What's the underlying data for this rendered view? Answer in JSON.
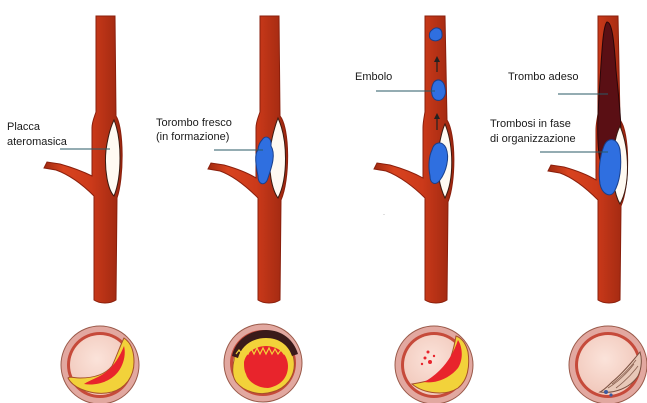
{
  "labels": {
    "placca_line1": "Placca",
    "placca_line2": "ateromasica",
    "torombo_line1": "Torombo fresco",
    "torombo_line2": "(in formazione)",
    "embolo": "Embolo",
    "trombo_adeso": "Trombo adeso",
    "trombosi_line1": "Trombosi in fase",
    "trombosi_line2": "di organizzazione"
  },
  "colors": {
    "vessel": "#cc3a1a",
    "vessel_edge": "#8a1f0c",
    "plaque": "#fffaf2",
    "thrombus": "#2f6fe0",
    "adherent_thrombus": "#5a0f14",
    "section_ring": "#e2a8a0",
    "section_wall": "#c64a3a",
    "section_lumen": "#f7d6cc",
    "fatty_core": "#f2d23a",
    "lesion": "#e8242c"
  },
  "icons": [
    "arrow-up-icon",
    "arrow-up-icon"
  ]
}
